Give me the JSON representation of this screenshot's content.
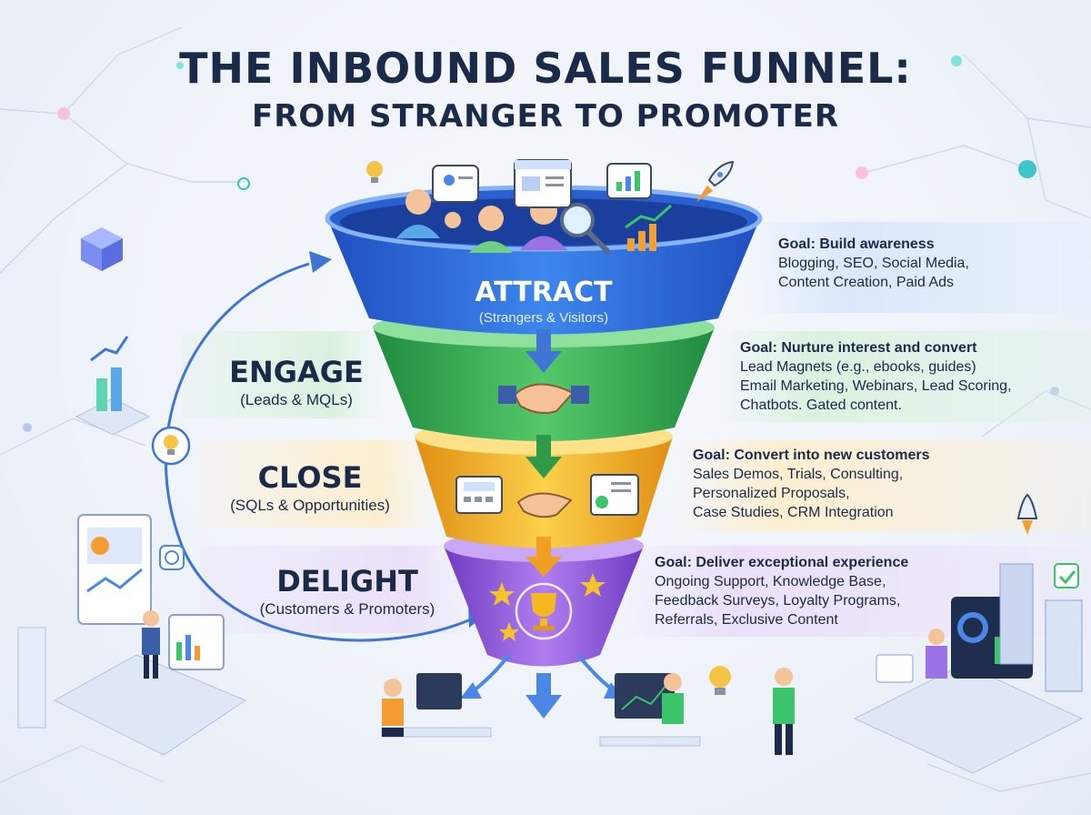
{
  "title": {
    "line1": "THE INBOUND SALES FUNNEL:",
    "line2": "FROM STRANGER TO PROMOTER"
  },
  "stages": [
    {
      "name": "ATTRACT",
      "audience": "(Strangers & Visitors)",
      "goal": "Goal: Build awareness",
      "lines": [
        "Blogging, SEO, Social Media,",
        "Content Creation, Paid Ads"
      ],
      "color": "#2f6fe0"
    },
    {
      "name": "ENGAGE",
      "audience": "(Leads & MQLs)",
      "goal": "Goal: Nurture interest and convert",
      "lines": [
        "Lead Magnets (e.g., ebooks, guides)",
        "Email Marketing, Webinars, Lead Scoring,",
        "Chatbots. Gated content."
      ],
      "color": "#38b257"
    },
    {
      "name": "CLOSE",
      "audience": "(SQLs & Opportunities)",
      "goal": "Goal: Convert into new customers",
      "lines": [
        "Sales Demos, Trials, Consulting,",
        "Personalized Proposals,",
        "Case Studies, CRM Integration"
      ],
      "color": "#f2b51f"
    },
    {
      "name": "DELIGHT",
      "audience": "(Customers & Promoters)",
      "goal": "Goal: Deliver exceptional experience",
      "lines": [
        "Ongoing Support, Knowledge Base,",
        "Feedback Surveys, Loyalty Programs,",
        "Referrals, Exclusive Content"
      ],
      "color": "#9b5fe0"
    }
  ],
  "icons": [
    "lightbulb-icon",
    "chat-bubble-icon",
    "browser-window-icon",
    "bar-chart-icon",
    "rocket-icon",
    "magnifier-icon",
    "people-icon",
    "handshake-icon",
    "cash-register-icon",
    "checklist-icon",
    "trophy-icon",
    "star-icon"
  ]
}
